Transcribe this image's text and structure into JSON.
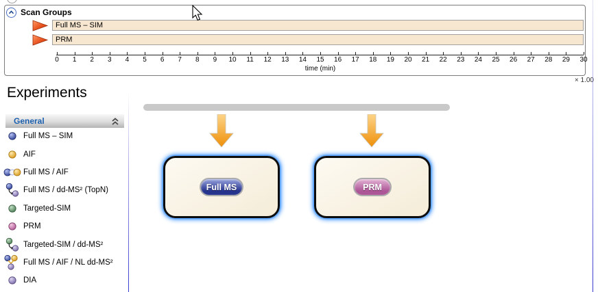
{
  "window": {
    "zoom_label": "× 1.00"
  },
  "scan_groups": {
    "title": "Scan Groups",
    "rows": [
      {
        "label": "Full MS – SIM"
      },
      {
        "label": "PRM"
      }
    ],
    "axis": {
      "label": "time (min)",
      "min": 0,
      "max": 30,
      "ticks": [
        0,
        1,
        2,
        3,
        4,
        5,
        6,
        7,
        8,
        9,
        10,
        11,
        12,
        13,
        14,
        15,
        16,
        17,
        18,
        19,
        20,
        21,
        22,
        23,
        24,
        25,
        26,
        27,
        28,
        29,
        30
      ]
    }
  },
  "experiments": {
    "title": "Experiments",
    "group": {
      "label": "General"
    },
    "items": [
      {
        "label": "Full MS – SIM",
        "icon": "sphere-blue-icon"
      },
      {
        "label": "AIF",
        "icon": "sphere-gold-icon"
      },
      {
        "label": "Full MS / AIF",
        "icon": "spheres-blue-gold-icon"
      },
      {
        "label": "Full MS / dd-MS² (TopN)",
        "icon": "sphere-blue-arrow-purple-icon"
      },
      {
        "label": "Targeted-SIM",
        "icon": "sphere-green-icon"
      },
      {
        "label": "PRM",
        "icon": "sphere-magenta-icon"
      },
      {
        "label": "Targeted-SIM / dd-MS²",
        "icon": "sphere-green-arrow-purple-icon"
      },
      {
        "label": "Full MS / AIF / NL dd-MS²",
        "icon": "spheres-blue-gold-arrow-purple-icon"
      },
      {
        "label": "DIA",
        "icon": "sphere-purple-icon"
      }
    ]
  },
  "canvas": {
    "nodes": [
      {
        "label": "Full MS",
        "color": "#27348e"
      },
      {
        "label": "PRM",
        "color": "#ad5697"
      }
    ]
  },
  "colors": {
    "bar_fill": "#f8e7d0",
    "node_glow": "#2f8bff",
    "group_header_text": "#1b5fae",
    "flow_arrow": "#f09008",
    "play_arrow": "#d63a0e",
    "sphere_blue": "#2e3f94",
    "sphere_gold": "#d89a1a",
    "sphere_green": "#4a7d52",
    "sphere_magenta": "#b25795",
    "sphere_purple": "#7a6aaa"
  }
}
